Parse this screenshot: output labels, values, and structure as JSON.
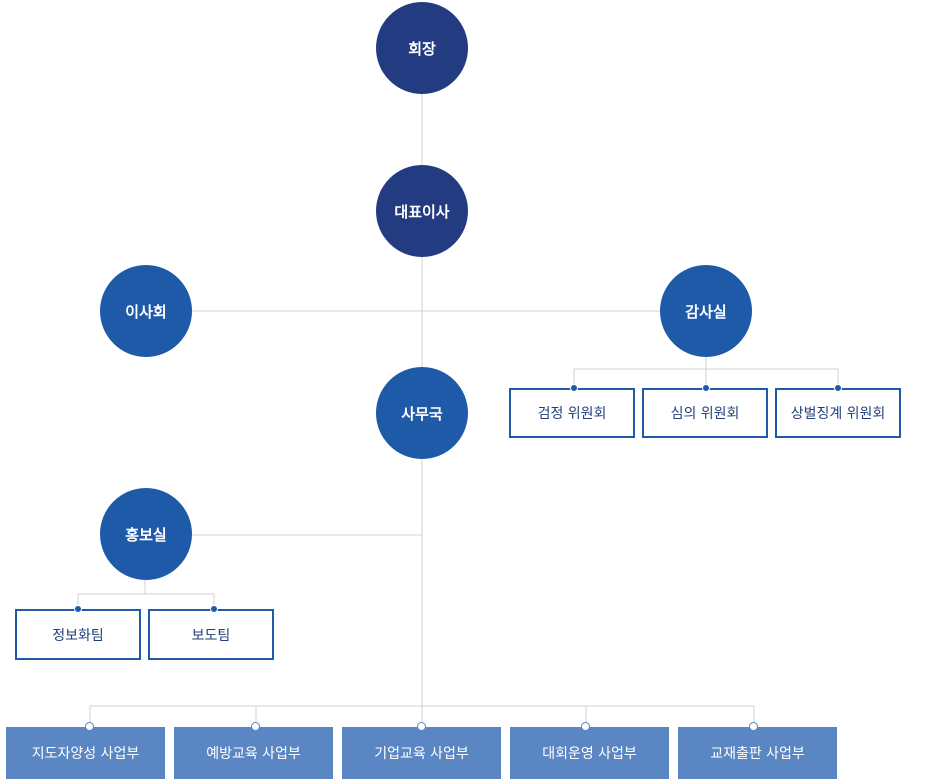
{
  "chairman": "회장",
  "ceo": "대표이사",
  "board": "이사회",
  "audit": "감사실",
  "secretariat": "사무국",
  "pr_office": "홍보실",
  "audit_committees": [
    "검정 위원회",
    "심의 위원회",
    "상벌징계 위원회"
  ],
  "pr_teams": [
    "정보화팀",
    "보도팀"
  ],
  "divisions": [
    "지도자양성 사업부",
    "예방교육 사업부",
    "기업교육 사업부",
    "대회운영 사업부",
    "교재출판 사업부"
  ],
  "colors": {
    "node_dark": "#233b81",
    "node_mid": "#1e5aa8",
    "division": "#5a87c3",
    "line": "#d0d0d0"
  }
}
